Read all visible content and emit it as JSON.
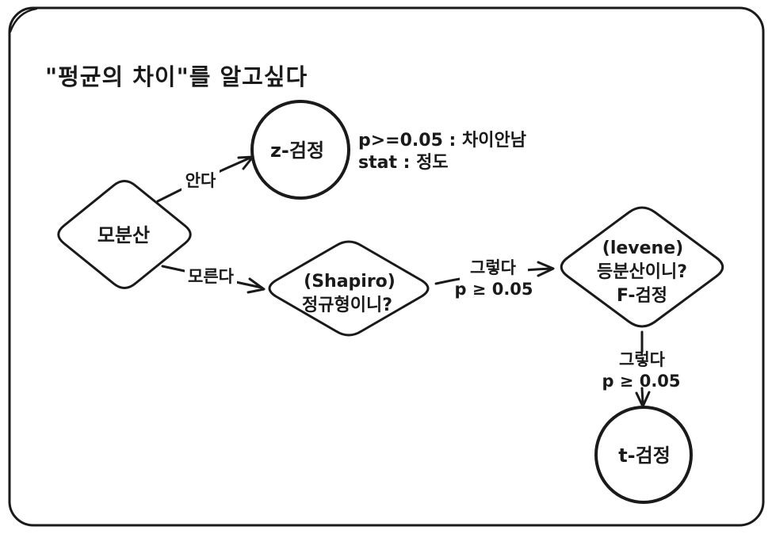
{
  "colors": {
    "ink": "#1a1a1a",
    "background": "#ffffff"
  },
  "title": "\"펑균의 차이\"를 알고싶다",
  "nodes": {
    "population_variance": {
      "shape": "diamond",
      "label": "모분산"
    },
    "z_test": {
      "shape": "circle",
      "label": "z-검정"
    },
    "shapiro": {
      "shape": "diamond",
      "line1": "(Shapiro)",
      "line2": "정규형이니?"
    },
    "levene": {
      "shape": "diamond",
      "line1": "(levene)",
      "line2": "등분산이니?",
      "line3": "F-검정"
    },
    "t_test": {
      "shape": "circle",
      "label": "t-검정"
    }
  },
  "edges": {
    "know": {
      "label": "안다"
    },
    "dont_know": {
      "label": "모른다"
    },
    "shapiro_to_levene": {
      "line1": "그렇다",
      "line2": "p ≥ 0.05"
    },
    "levene_to_t_test": {
      "line1": "그렇다",
      "line2": "p ≥ 0.05"
    }
  },
  "annotation": {
    "line1": "p>=0.05 : 차이안남",
    "line2": "stat : 정도"
  }
}
